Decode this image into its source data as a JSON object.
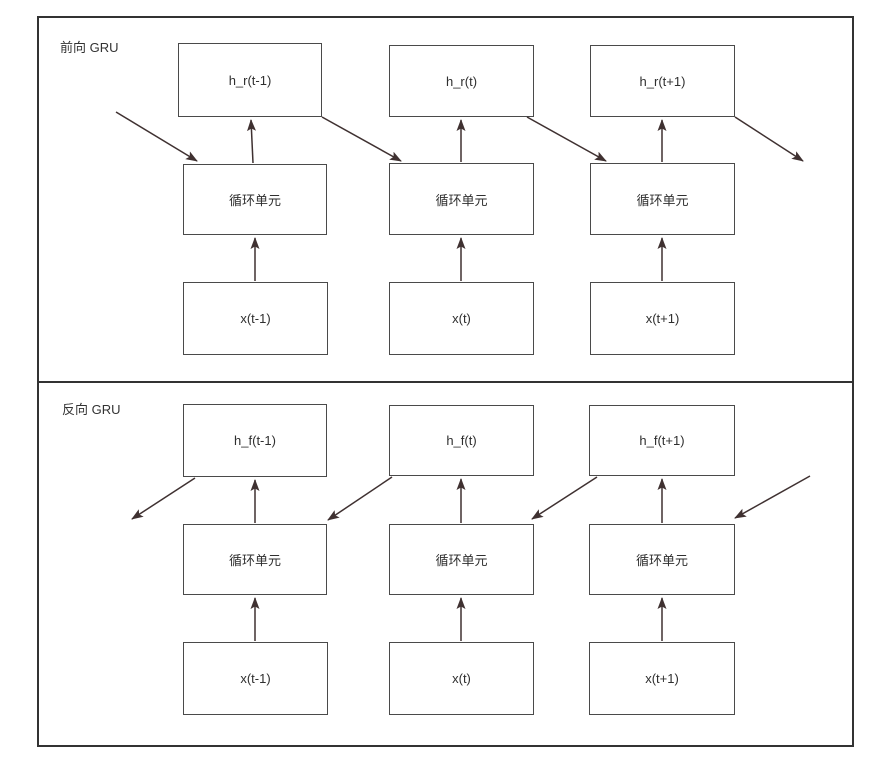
{
  "diagram": {
    "panels": [
      {
        "label": "前向 GRU",
        "direction": "forward",
        "columns": [
          {
            "h": "h_r(t-1)",
            "unit": "循环单元",
            "x": "x(t-1)"
          },
          {
            "h": "h_r(t)",
            "unit": "循环单元",
            "x": "x(t)"
          },
          {
            "h": "h_r(t+1)",
            "unit": "循环单元",
            "x": "x(t+1)"
          }
        ]
      },
      {
        "label": "反向 GRU",
        "direction": "backward",
        "columns": [
          {
            "h": "h_f(t-1)",
            "unit": "循环单元",
            "x": "x(t-1)"
          },
          {
            "h": "h_f(t)",
            "unit": "循环单元",
            "x": "x(t)"
          },
          {
            "h": "h_f(t+1)",
            "unit": "循环单元",
            "x": "x(t+1)"
          }
        ]
      }
    ],
    "colors": {
      "background": "#ffffff",
      "outer_border": "#333333",
      "box_border": "#4a4a4a",
      "arrow": "#3f3131",
      "text": "#2f2f2f"
    }
  }
}
